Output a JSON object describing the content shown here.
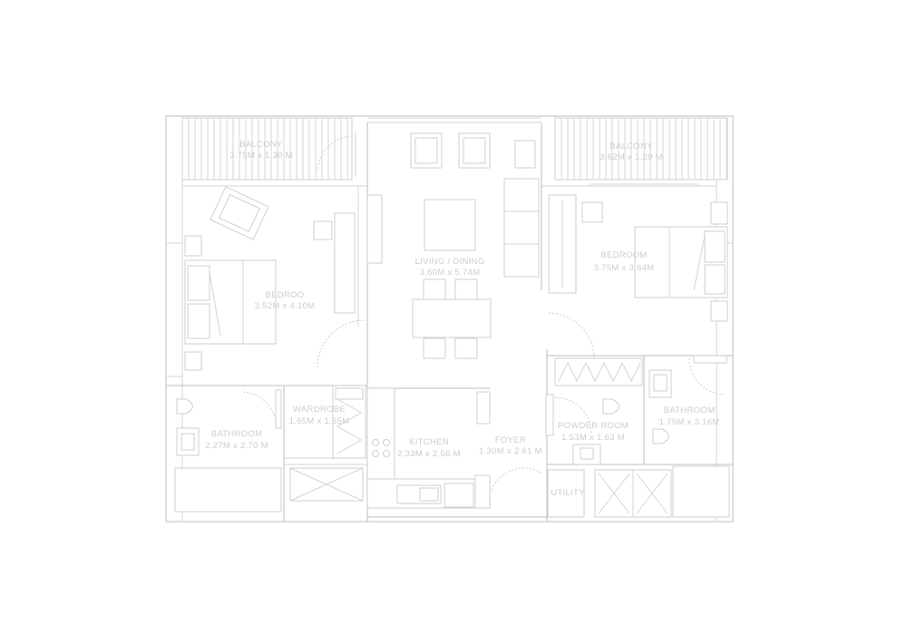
{
  "rooms": {
    "balcony_left": {
      "name": "BALCONY",
      "size": "3.75M x 1.30 M"
    },
    "balcony_right": {
      "name": "BALCONY",
      "size": "3.62M x 1.29 M"
    },
    "living": {
      "name": "LIVING / DINING",
      "size": "3.60M x 5.74M"
    },
    "bedroom_left": {
      "name": "BEDROO",
      "size": "3.52M x 4.10M"
    },
    "bedroom_right": {
      "name": "BEDROOM",
      "size": "3.75M x 3.64M"
    },
    "wardrobe": {
      "name": "WARDROBE",
      "size": "1.65M x 1.65M"
    },
    "bathroom_left": {
      "name": "BATHROOM",
      "size": "2.27M x 2.70 M"
    },
    "kitchen": {
      "name": "KITCHEN",
      "size": "2.33M x 2.56 M"
    },
    "foyer": {
      "name": "FOYER",
      "size": "1.30M x 2.61 M"
    },
    "powder_room": {
      "name": "POWDER ROOM",
      "size": "1.53M x 1.63 M"
    },
    "bathroom_right": {
      "name": "BATHROOM",
      "size": "1.75M x 3.16M"
    },
    "utility": {
      "name": "UTILITY"
    }
  }
}
